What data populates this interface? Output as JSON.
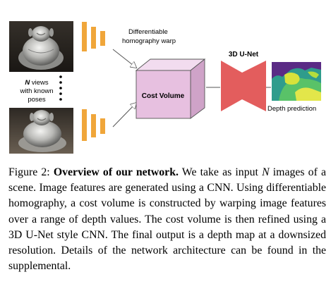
{
  "figure": {
    "warp_label_line1": "Differentiable",
    "warp_label_line2": "homography warp",
    "views_label_n": "N",
    "views_label_line1_rest": " views",
    "views_label_line2": "with known",
    "views_label_line3": "poses",
    "cost_volume_label": "Cost Volume",
    "unet_label": "3D U-Net",
    "depth_label": "Depth prediction",
    "colors": {
      "feature_block": "#f0a63a",
      "cost_volume_front": "#e7c0e0",
      "cost_volume_top": "#f2dcef",
      "cost_volume_side": "#cfa3c8",
      "unet": "#e35d5d"
    }
  },
  "caption": {
    "figure_number": "Figure 2: ",
    "title": "Overview of our network.",
    "text_part1": " We take as input ",
    "n_symbol": "N",
    "text_part2": " images of a scene.  Image features are generated using a CNN. Using differentiable homography, a cost volume is constructed by warping image features over a range of depth values.  The cost volume is then refined using a 3D U-Net style CNN. The final output is a depth map at a downsized resolution. Details of the network architecture can be found in the supplemental."
  }
}
